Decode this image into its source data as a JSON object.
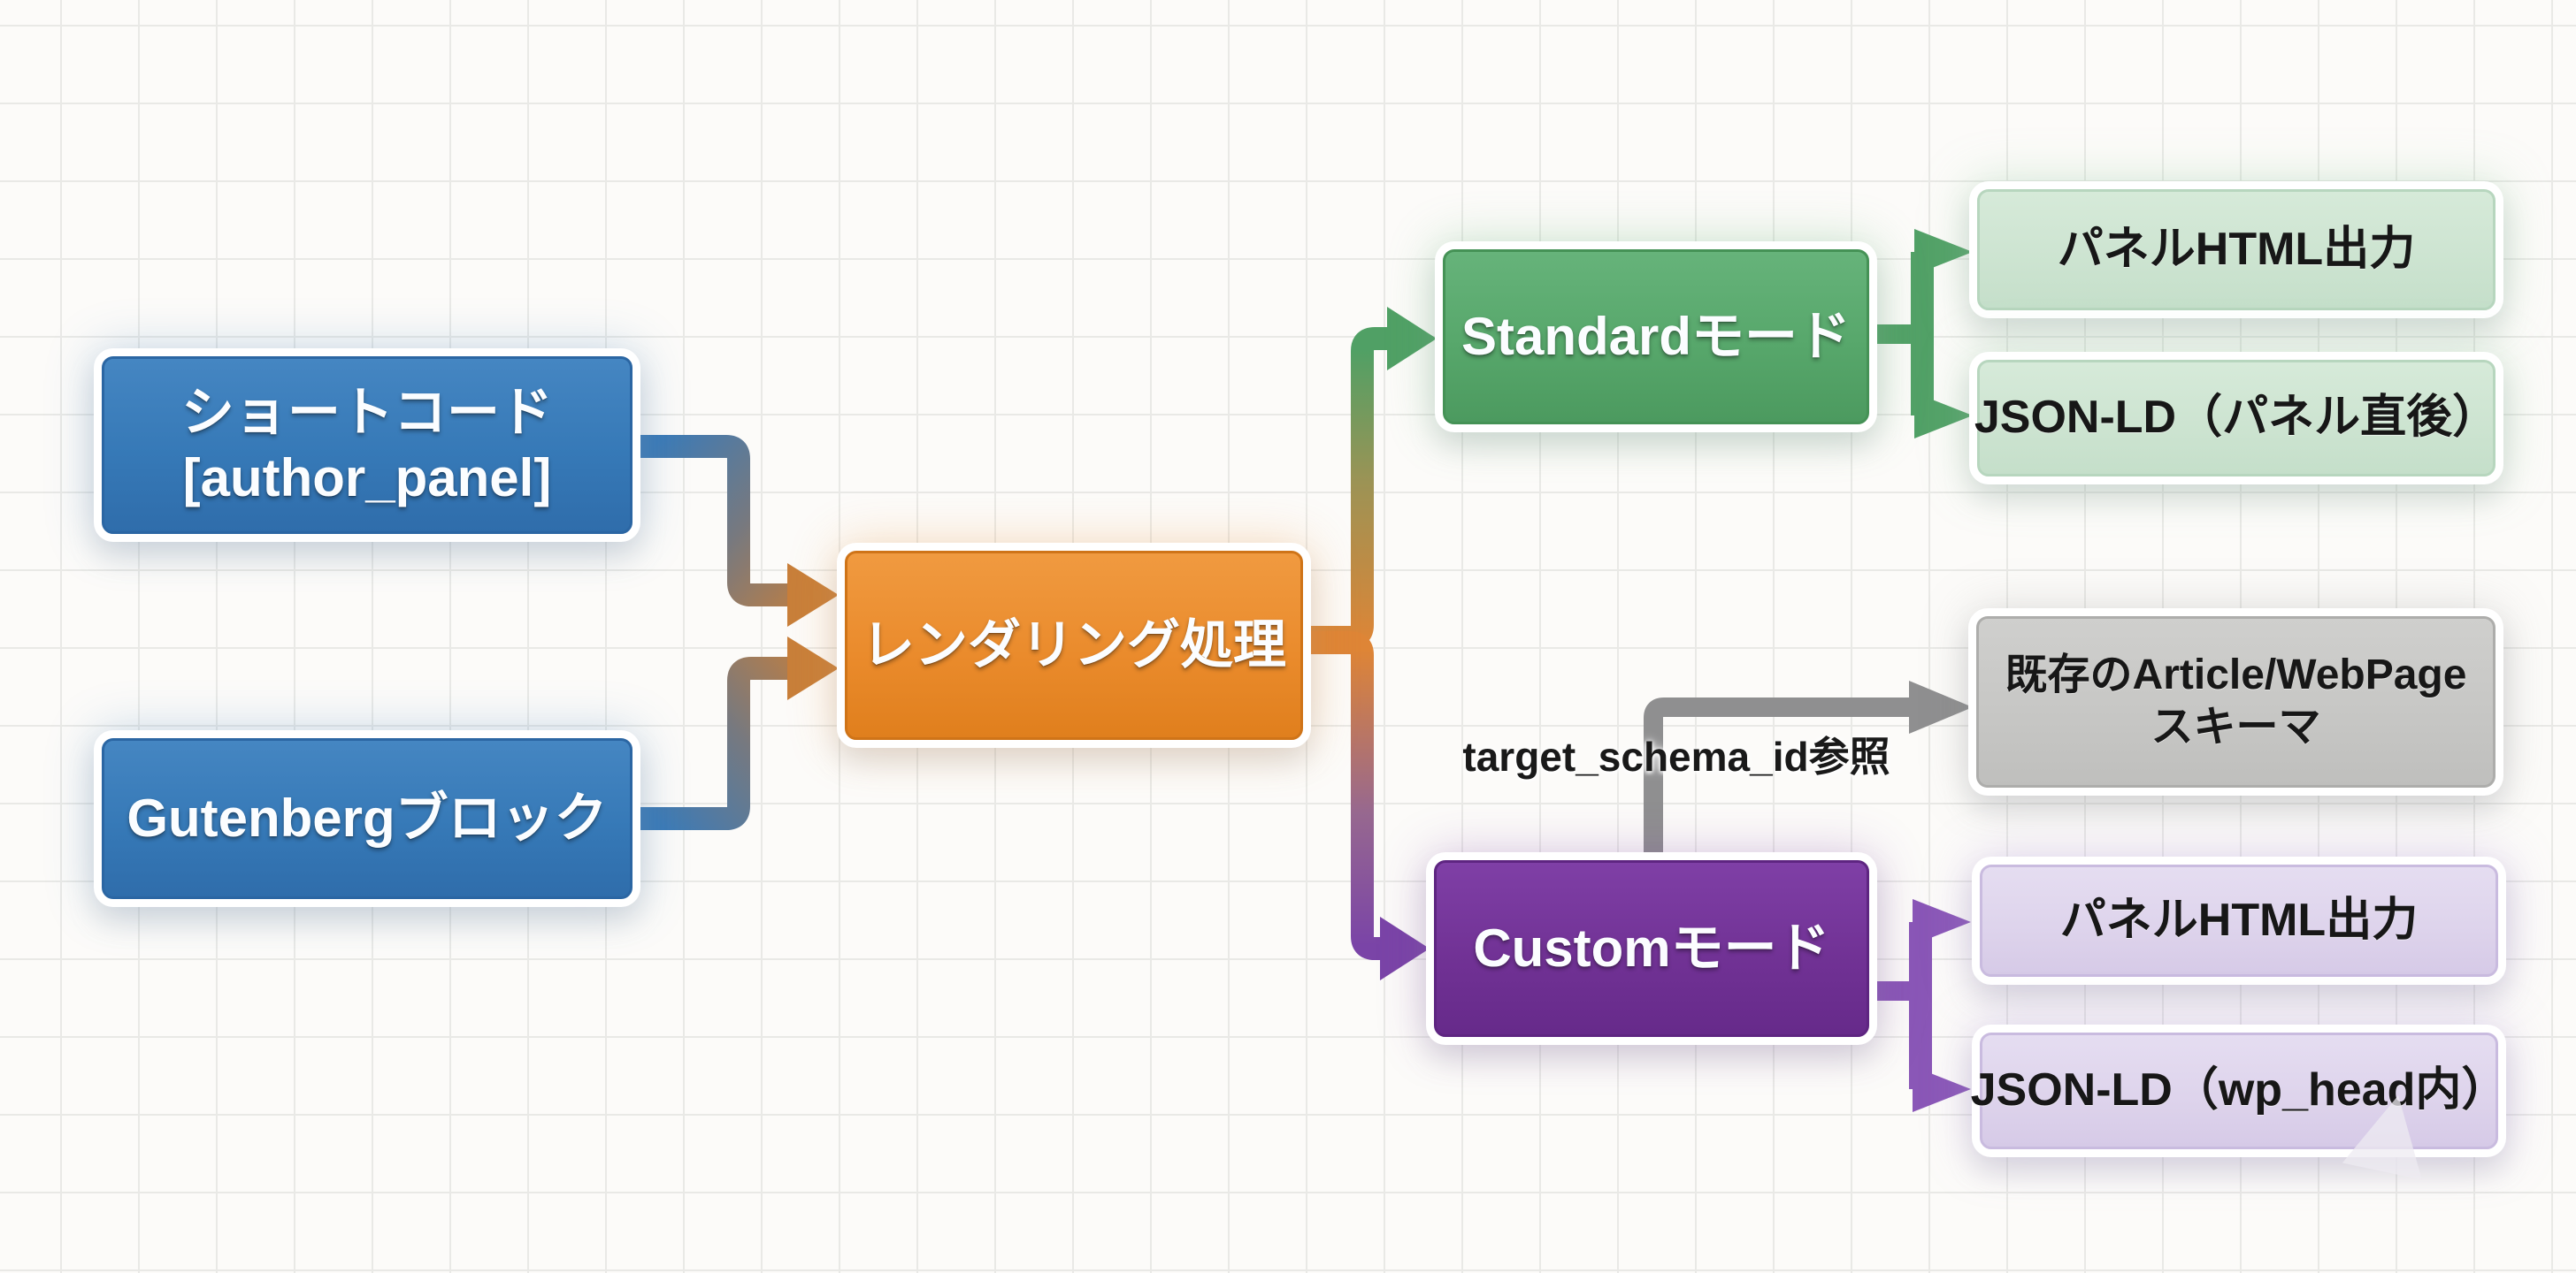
{
  "diagram_title": "Author panel rendering flow",
  "nodes": {
    "shortcode": {
      "line1": "ショートコード",
      "line2": "[author_panel]",
      "color": "#3679b7"
    },
    "gutenberg": {
      "label": "Gutenbergブロック",
      "color": "#3679b7"
    },
    "rendering": {
      "label": "レンダリング処理",
      "color": "#ea8b2c"
    },
    "standard": {
      "label": "Standardモード",
      "color": "#57a76b"
    },
    "standard_panel": {
      "label": "パネルHTML出力",
      "color": "#cde4d1"
    },
    "standard_jsonld": {
      "label": "JSON-LD（パネル直後）",
      "color": "#cde4d1"
    },
    "existing_schema": {
      "line1": "既存のArticle/WebPage",
      "line2": "スキーマ",
      "color": "#c7c7c5"
    },
    "custom": {
      "label": "Customモード",
      "color": "#713295"
    },
    "custom_panel": {
      "label": "パネルHTML出力",
      "color": "#ded4ec"
    },
    "custom_jsonld": {
      "label": "JSON-LD（wp_head内）",
      "color": "#ded4ec"
    }
  },
  "edge_labels": {
    "target_schema_ref": "target_schema_id参照"
  },
  "colors": {
    "connector_blue": "#3c7bb7",
    "connector_orange": "#de8536",
    "connector_green": "#52a167",
    "connector_purple": "#8a57b7",
    "connector_gray": "#8f8f90",
    "grid_line": "#e9e9e6",
    "background": "#fcfbf9",
    "dark_text": "#fbfdff",
    "light_text": "#171717"
  }
}
